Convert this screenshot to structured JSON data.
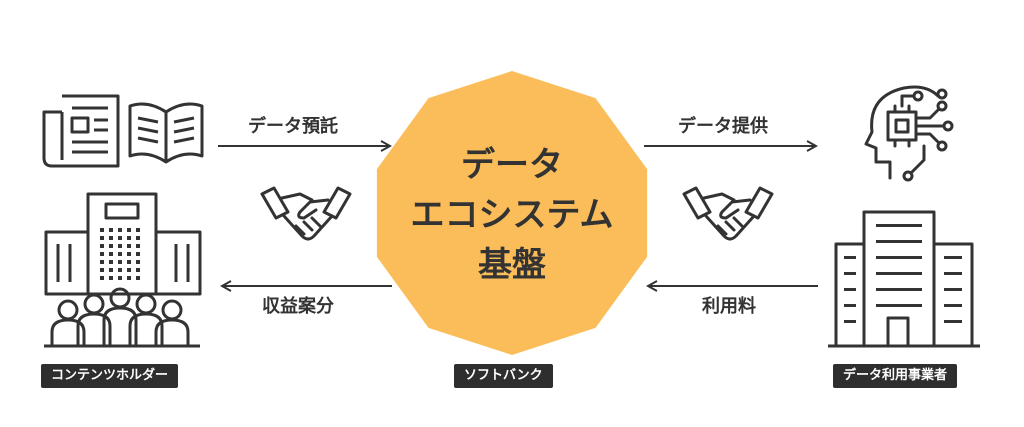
{
  "hub": {
    "lines": [
      "データ",
      "エコシステム",
      "基盤"
    ],
    "label": "ソフトバンク",
    "color": "#fbbd59"
  },
  "left_party": {
    "label": "コンテンツホルダー"
  },
  "right_party": {
    "label": "データ利用事業者"
  },
  "flows": {
    "left_to_hub": "データ預託",
    "hub_to_left": "収益案分",
    "hub_to_right": "データ提供",
    "right_to_hub": "利用料"
  },
  "colors": {
    "ink": "#333333",
    "tag_bg": "#2e2e2e",
    "tag_text": "#ffffff"
  },
  "icons": [
    "newspaper-icon",
    "open-book-icon",
    "office-building-people-icon",
    "handshake-icon",
    "ai-head-circuit-icon",
    "tall-building-icon"
  ]
}
